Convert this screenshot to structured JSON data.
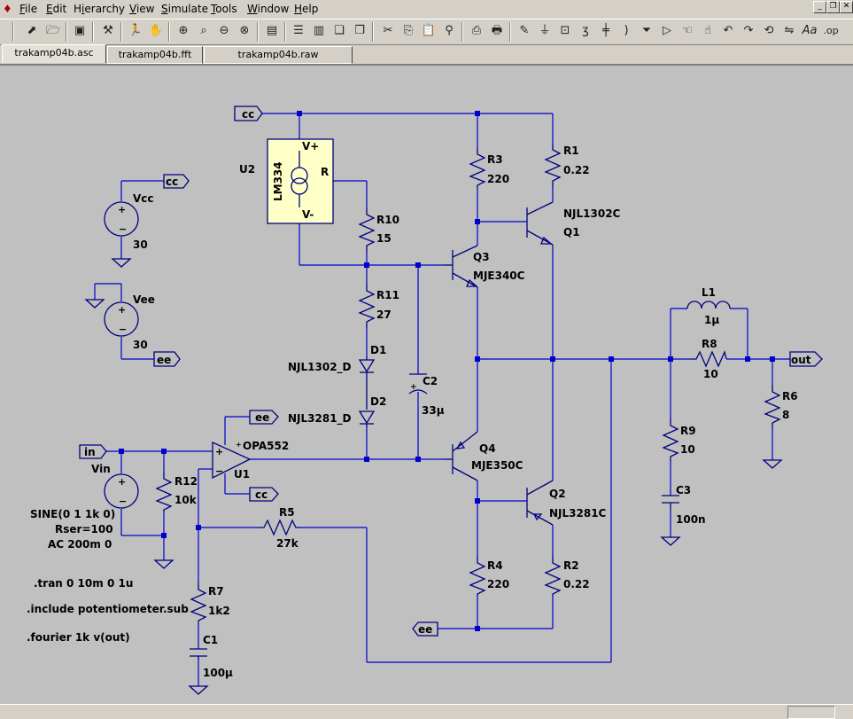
{
  "menubar": {
    "items": [
      "File",
      "Edit",
      "Hierarchy",
      "View",
      "Simulate",
      "Tools",
      "Window",
      "Help"
    ],
    "mnemonics": [
      "F",
      "E",
      "i",
      "V",
      "S",
      "T",
      "W",
      "H"
    ]
  },
  "toolbar": {
    "icons": [
      "new-schematic-icon",
      "open-icon",
      "save-icon",
      "control-panel-icon",
      "run-icon",
      "halt-icon",
      "zoom-in-icon",
      "pan-icon",
      "zoom-out-icon",
      "zoom-fit-icon",
      "plot-settings-icon",
      "tile-horizontal-icon",
      "tile-vertical-icon",
      "cascade-icon",
      "cut-icon",
      "copy-icon",
      "paste-icon",
      "find-icon",
      "print-setup-icon",
      "print-icon",
      "draw-wire-icon",
      "ground-icon",
      "label-net-icon",
      "component-icon",
      "resistor-icon",
      "capacitor-icon",
      "inductor-icon",
      "diode-icon",
      "spice-directive-icon",
      "move-icon",
      "drag-icon",
      "undo-icon",
      "redo-icon",
      "rotate-icon",
      "mirror-icon",
      "text-icon",
      "op-directive-icon"
    ]
  },
  "tabs": [
    {
      "label": "trakamp04b.asc",
      "active": true
    },
    {
      "label": "trakamp04b.fft",
      "active": false
    },
    {
      "label": "trakamp04b.raw",
      "active": false
    }
  ],
  "schematic": {
    "nets": {
      "cc": "cc",
      "ee": "ee",
      "in": "in",
      "out": "out"
    },
    "u2": {
      "ref": "U2",
      "part": "LM334",
      "vplus": "V+",
      "vminus": "V-",
      "r": "R"
    },
    "r1": {
      "ref": "R1",
      "value": "0.22"
    },
    "r2": {
      "ref": "R2",
      "value": "0.22"
    },
    "r3": {
      "ref": "R3",
      "value": "220"
    },
    "r4": {
      "ref": "R4",
      "value": "220"
    },
    "r5": {
      "ref": "R5",
      "value": "27k"
    },
    "r6": {
      "ref": "R6",
      "value": "8"
    },
    "r7": {
      "ref": "R7",
      "value": "1k2"
    },
    "r8": {
      "ref": "R8",
      "value": "10"
    },
    "r9": {
      "ref": "R9",
      "value": "10"
    },
    "r10": {
      "ref": "R10",
      "value": "15"
    },
    "r11": {
      "ref": "R11",
      "value": "27"
    },
    "r12": {
      "ref": "R12",
      "value": "10k"
    },
    "c1": {
      "ref": "C1",
      "value": "100µ"
    },
    "c2": {
      "ref": "C2",
      "value": "33µ"
    },
    "c3": {
      "ref": "C3",
      "value": "100n"
    },
    "l1": {
      "ref": "L1",
      "value": "1µ"
    },
    "q1": {
      "ref": "Q1",
      "part": "NJL1302C"
    },
    "q2": {
      "ref": "Q2",
      "part": "NJL3281C"
    },
    "q3": {
      "ref": "Q3",
      "part": "MJE340C"
    },
    "q4": {
      "ref": "Q4",
      "part": "MJE350C"
    },
    "d1": {
      "ref": "D1",
      "part": "NJL1302_D"
    },
    "d2": {
      "ref": "D2",
      "part": "NJL3281_D"
    },
    "u1": {
      "ref": "U1",
      "part": "OPA552"
    },
    "vcc": {
      "ref": "Vcc",
      "value": "30"
    },
    "vee": {
      "ref": "Vee",
      "value": "30"
    },
    "vin": {
      "ref": "Vin",
      "line1": "SINE(0 1 1k 0)",
      "line2": "Rser=100",
      "line3": "AC 200m 0"
    },
    "directives": {
      "tran": ".tran 0 10m 0 1u",
      "include": ".include potentiometer.sub",
      "fourier": ".fourier 1k v(out)"
    }
  },
  "colors": {
    "wire": "#0000cc",
    "component": "#000080",
    "canvas": "#c0c0c0",
    "u2_fill": "#ffffc8"
  }
}
